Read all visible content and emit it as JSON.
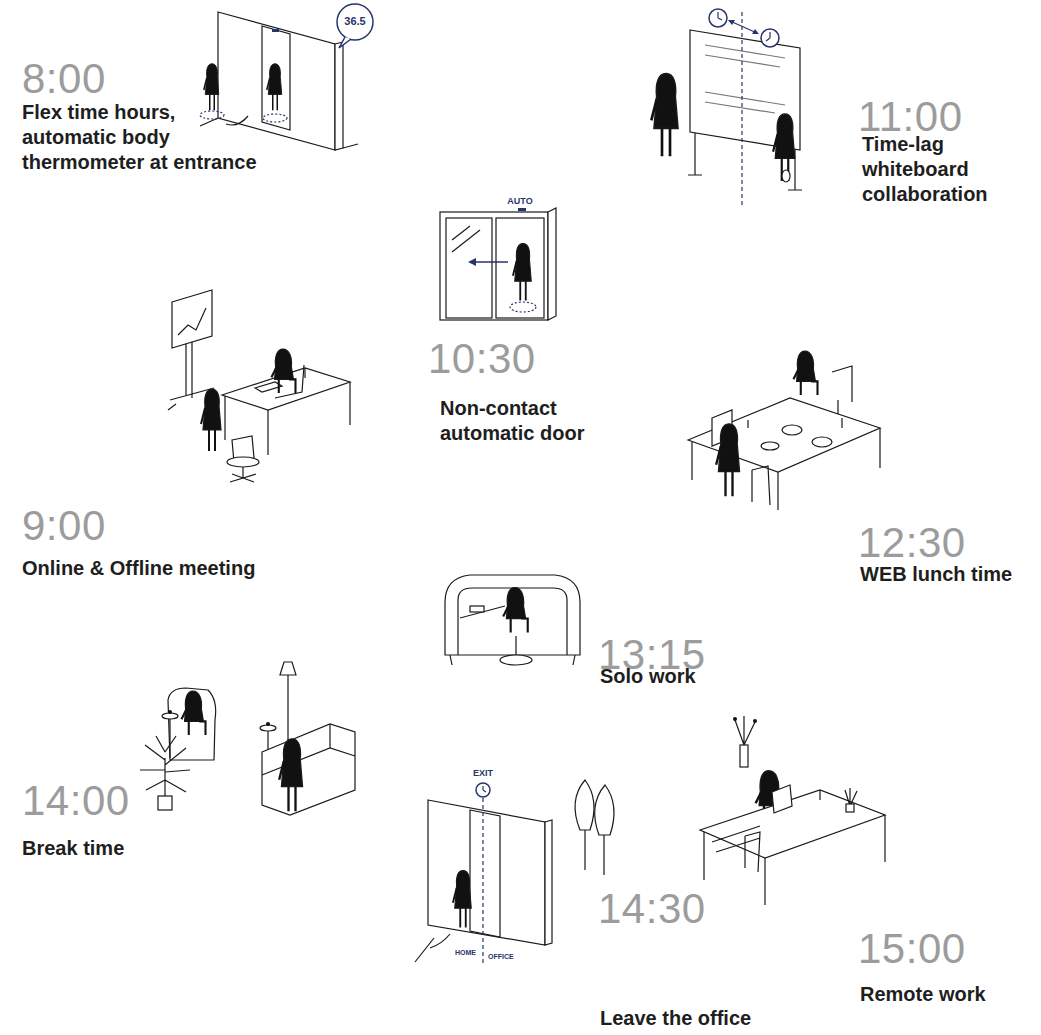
{
  "diagram": {
    "nodes": [
      {
        "text": [
          "8:00",
          "Flex time hours, automatic body thermometer at entrance"
        ]
      },
      {
        "text": [
          "9:00",
          "Online & Offline meeting"
        ]
      },
      {
        "text": [
          "10:30",
          "Non-contact automatic door"
        ]
      },
      {
        "text": [
          "11:00",
          "Time-lag whiteboard collaboration"
        ]
      },
      {
        "text": [
          "12:30",
          "WEB lunch time"
        ]
      },
      {
        "text": [
          "13:15",
          "Solo work"
        ]
      },
      {
        "text": [
          "14:00",
          "Break time"
        ]
      },
      {
        "text": [
          "14:30",
          "Leave the office"
        ]
      },
      {
        "text": [
          "15:00",
          "Remote work"
        ]
      }
    ],
    "edges": [
      {
        "from": 0,
        "to": 1,
        "arrow": "none"
      },
      {
        "from": 1,
        "to": 2,
        "arrow": "none"
      },
      {
        "from": 2,
        "to": 3,
        "arrow": "none"
      },
      {
        "from": 3,
        "to": 4,
        "arrow": "none"
      },
      {
        "from": 4,
        "to": 5,
        "arrow": "none"
      },
      {
        "from": 5,
        "to": 6,
        "arrow": "none"
      },
      {
        "from": 6,
        "to": 7,
        "arrow": "none"
      },
      {
        "from": 7,
        "to": 8,
        "arrow": "none"
      }
    ],
    "labels": [
      "36.5",
      "AUTO",
      "EXIT",
      "HOME",
      "OFFICE"
    ]
  }
}
